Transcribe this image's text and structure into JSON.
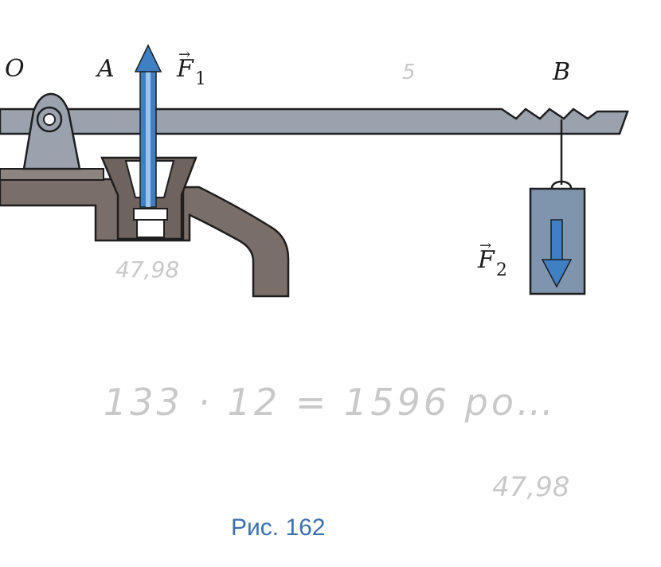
{
  "labels": {
    "point_o": "O",
    "point_a": "A",
    "point_b": "B",
    "force_1": "F",
    "force_1_sub": "1",
    "force_2": "F",
    "force_2_sub": "2",
    "vector_mark": "→"
  },
  "caption": "Рис. 162",
  "handwriting": {
    "note_1": "5",
    "note_2": "47,98",
    "note_3": "133 · 12 = 1596 po…",
    "note_4": "47,98"
  },
  "colors": {
    "lever": "#9aa3ad",
    "body": "#7a6f68",
    "arrow": "#3f7fc4",
    "outline": "#1e1e1e",
    "caption": "#3b6fb0"
  }
}
